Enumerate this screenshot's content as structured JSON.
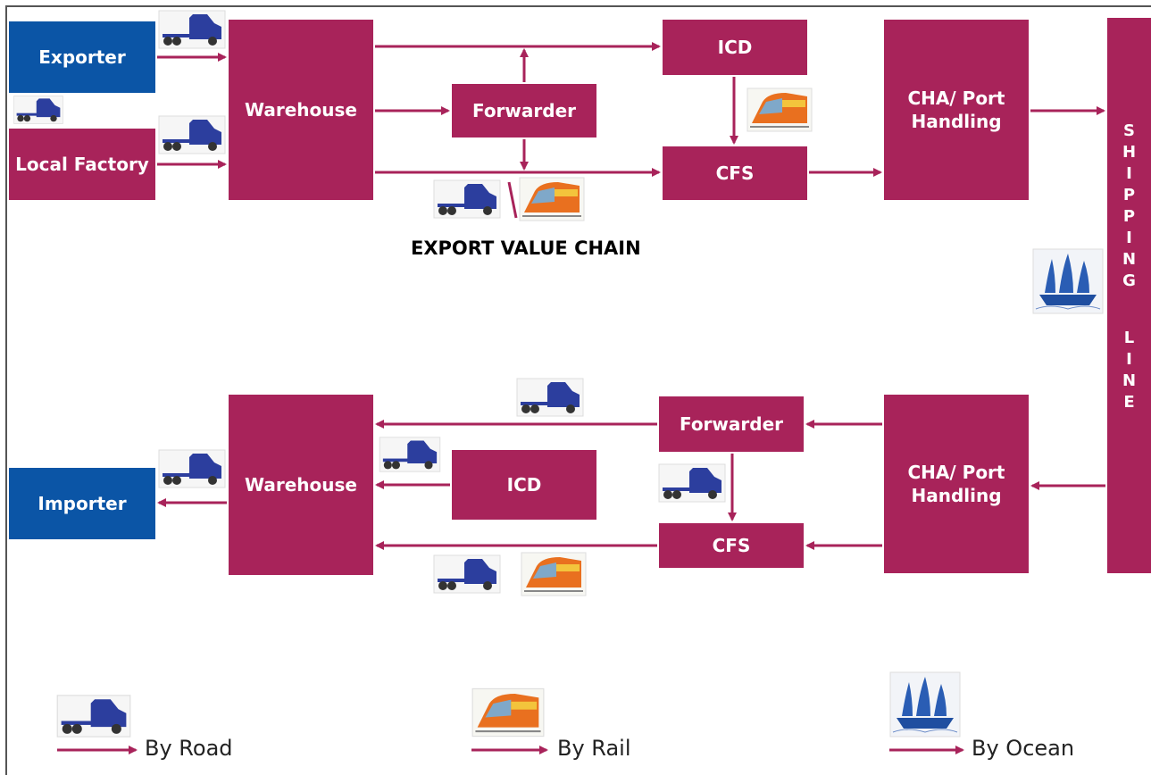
{
  "export": {
    "exporter": "Exporter",
    "local_factory": "Local Factory",
    "warehouse": "Warehouse",
    "forwarder": "Forwarder",
    "icd": "ICD",
    "cfs": "CFS",
    "cha": "CHA/ Port Handling",
    "title": "EXPORT VALUE CHAIN"
  },
  "shipping_line": [
    "S",
    "H",
    "I",
    "P",
    "P",
    "I",
    "N",
    "G",
    "",
    "L",
    "I",
    "N",
    "E"
  ],
  "import": {
    "importer": "Importer",
    "warehouse": "Warehouse",
    "forwarder": "Forwarder",
    "icd": "ICD",
    "cfs": "CFS",
    "cha": "CHA/ Port Handling"
  },
  "legend": {
    "road": "By Road",
    "rail": "By Rail",
    "ocean": "By Ocean"
  },
  "colors": {
    "box": "#a8235a",
    "party": "#0b55a6",
    "arrow": "#a8235a",
    "truck": "#2c3e9e"
  },
  "icons": [
    "truck-icon",
    "train-icon",
    "ship-icon"
  ]
}
